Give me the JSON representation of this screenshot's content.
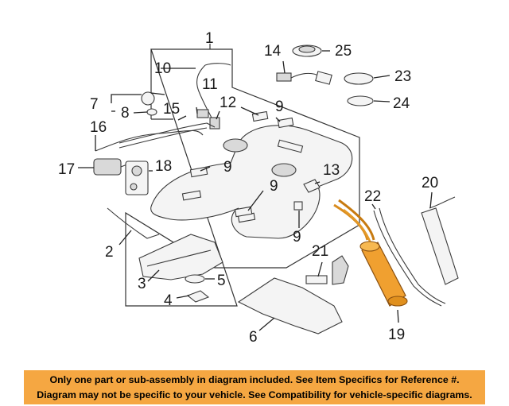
{
  "callouts": {
    "c1": "1",
    "c2": "2",
    "c3": "3",
    "c4": "4",
    "c5": "5",
    "c6": "6",
    "c7": "7",
    "c8": "8",
    "c9a": "9",
    "c9b": "9",
    "c9c": "9",
    "c9d": "9",
    "c10": "10",
    "c11": "11",
    "c12": "12",
    "c13": "13",
    "c14": "14",
    "c15": "15",
    "c16": "16",
    "c17": "17",
    "c18": "18",
    "c19": "19",
    "c20": "20",
    "c21": "21",
    "c22": "22",
    "c23": "23",
    "c24": "24",
    "c25": "25"
  },
  "banner": {
    "line1": "Only one part or sub-assembly in diagram included. See Item Specifics for Reference #.",
    "line2": "Diagram may not be specific to your vehicle. See Compatibility for vehicle-specific diagrams."
  },
  "colors": {
    "banner": "#f5a742",
    "highlight_part": "#f0a030"
  }
}
